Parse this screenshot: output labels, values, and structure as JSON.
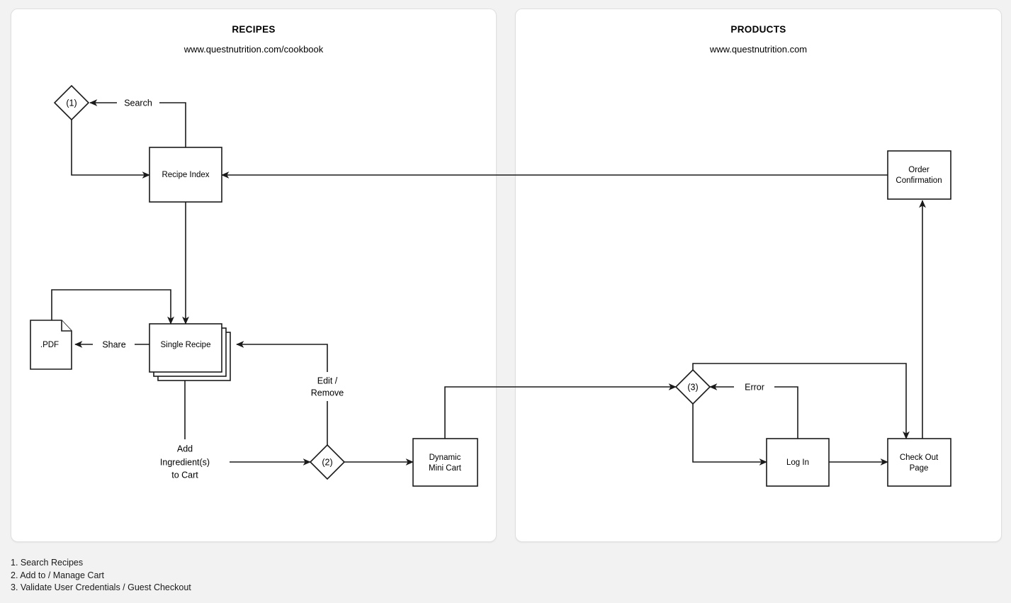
{
  "panels": [
    {
      "id": "recipes",
      "title": "RECIPES",
      "subtitle": "www.questnutrition.com/cookbook"
    },
    {
      "id": "products",
      "title": "PRODUCTS",
      "subtitle": "www.questnutrition.com"
    }
  ],
  "nodes": {
    "decision_1": "(1)",
    "decision_2": "(2)",
    "decision_3": "(3)",
    "recipe_index": "Recipe Index",
    "single_recipe": "Single Recipe",
    "pdf": ".PDF",
    "dynamic_mini_cart_line1": "Dynamic",
    "dynamic_mini_cart_line2": "Mini Cart",
    "order_confirmation_line1": "Order",
    "order_confirmation_line2": "Confirmation",
    "log_in": "Log In",
    "check_out_line1": "Check Out",
    "check_out_line2": "Page"
  },
  "edge_labels": {
    "search": "Search",
    "share": "Share",
    "edit_remove_line1": "Edit /",
    "edit_remove_line2": "Remove",
    "add_to_cart_line1": "Add",
    "add_to_cart_line2": "Ingredient(s)",
    "add_to_cart_line3": "to Cart",
    "error": "Error"
  },
  "legend": [
    "1. Search Recipes",
    "2. Add to / Manage Cart",
    "3. Validate User Credentials / Guest Checkout"
  ],
  "colors": {
    "background": "#f2f2f2",
    "panel_fill": "#ffffff",
    "panel_border": "#e0e0e0",
    "stroke": "#1a1a1a",
    "text": "#000000"
  }
}
